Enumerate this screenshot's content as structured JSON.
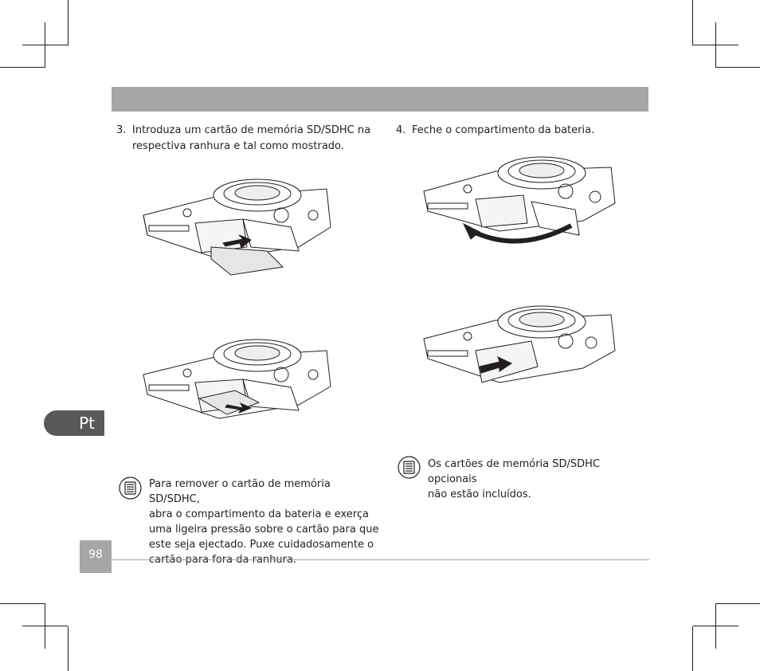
{
  "page": {
    "language_tab": "Pt",
    "page_number": "98"
  },
  "left": {
    "step_number": "3.",
    "step_line1": "Introduza um cartão de memória SD/SDHC na",
    "step_line2": "respectiva ranhura e tal como mostrado.",
    "note_lines": [
      "Para remover o cartão de memória SD/SDHC,",
      "abra o compartimento da bateria e exerça",
      "uma ligeira pressão sobre o cartão para que",
      "este seja ejectado. Puxe cuidadosamente o",
      "cartão para fora da ranhura."
    ]
  },
  "right": {
    "step_number": "4.",
    "step_line1": "Feche o compartimento da bateria.",
    "note_lines": [
      "Os cartões de memória SD/SDHC opcionais",
      "não estão incluídos."
    ]
  },
  "icons": {
    "note": "note-icon",
    "crop_marks": "crop-mark"
  },
  "colors": {
    "header_bar": "#a7a6a6",
    "language_tab": "#58595b",
    "text": "#231f20"
  }
}
